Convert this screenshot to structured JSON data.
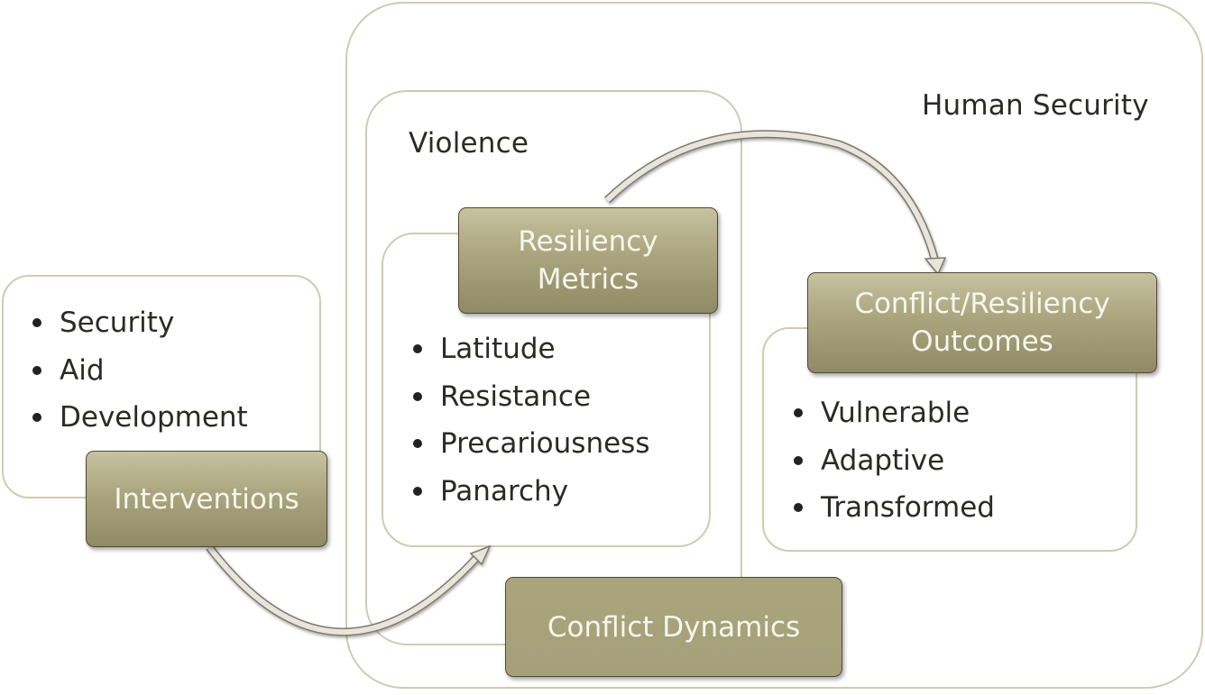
{
  "diagram": {
    "containers": {
      "human_security": "Human Security",
      "violence": "Violence"
    },
    "nodes": {
      "interventions": {
        "label": "Interventions",
        "items": [
          "Security",
          "Aid",
          "Development"
        ]
      },
      "resiliency_metrics": {
        "label_line1": "Resiliency",
        "label_line2": "Metrics",
        "items": [
          "Latitude",
          "Resistance",
          "Precariousness",
          "Panarchy"
        ]
      },
      "outcomes": {
        "label_line1": "Conflict/Resiliency",
        "label_line2": "Outcomes",
        "items": [
          "Vulnerable",
          "Adaptive",
          "Transformed"
        ]
      },
      "conflict_dynamics": {
        "label": "Conflict Dynamics"
      }
    },
    "edges": [
      {
        "from": "Interventions",
        "to": "Resiliency Metrics"
      },
      {
        "from": "Resiliency Metrics",
        "to": "Conflict/Resiliency Outcomes"
      }
    ],
    "colors": {
      "frame_border": "#cfcbb0",
      "label_fill": "#aaa57e",
      "label_text": "#f7f6ee",
      "arrow_fill": "#e6e4da"
    }
  }
}
